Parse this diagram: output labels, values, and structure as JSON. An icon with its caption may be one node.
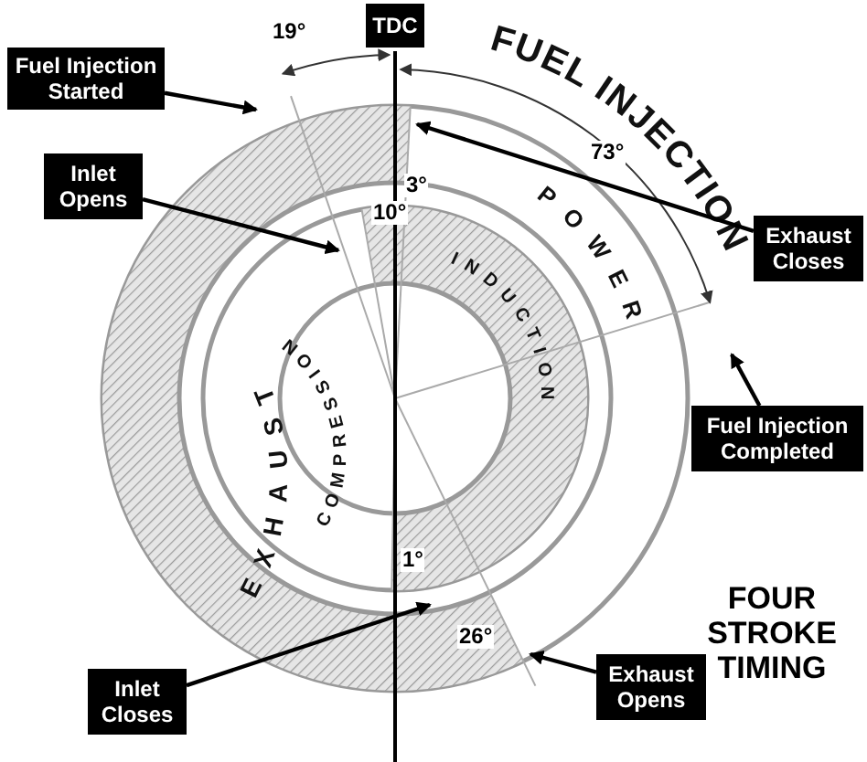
{
  "diagram": {
    "title": "FOUR STROKE TIMING",
    "nodes": [
      {
        "text": [
          "TDC"
        ]
      },
      {
        "text": [
          "Fuel Injection Started"
        ]
      },
      {
        "text": [
          "Inlet Opens"
        ]
      },
      {
        "text": [
          "Exhaust Closes"
        ]
      },
      {
        "text": [
          "Fuel Injection Completed"
        ]
      },
      {
        "text": [
          "Inlet Closes"
        ]
      },
      {
        "text": [
          "Exhaust Opens"
        ]
      }
    ],
    "edges": [
      {
        "from": 1,
        "to": null,
        "arrow": "to"
      },
      {
        "from": 2,
        "to": null,
        "arrow": "to"
      },
      {
        "from": 3,
        "to": null,
        "arrow": "to"
      },
      {
        "from": 4,
        "to": null,
        "arrow": "to"
      },
      {
        "from": 5,
        "to": null,
        "arrow": "to"
      },
      {
        "from": 6,
        "to": null,
        "arrow": "to"
      }
    ],
    "labels": [
      "19°",
      "73°",
      "3°",
      "10°",
      "1°",
      "26°",
      "FUEL INJECTION",
      "POWER",
      "INDUCTION",
      "COMPRESSION",
      "EXHAUST"
    ]
  }
}
